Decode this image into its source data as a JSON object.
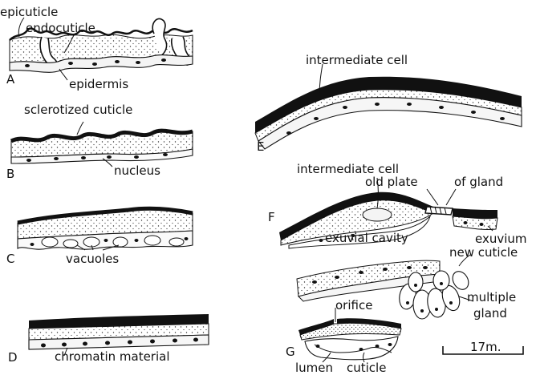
{
  "panel_letters": [
    "A",
    "B",
    "C",
    "D",
    "E",
    "F",
    "G"
  ],
  "labels": {
    "epicuticle": "epicuticle",
    "endocuticle": "endocuticle",
    "epidermis": "epidermis",
    "sclerotized_cuticle": "sclerotized cuticle",
    "nucleus": "nucleus",
    "vacuoles": "vacuoles",
    "chromatin_material": "chromatin material",
    "intermediate_cell_e": "intermediate cell",
    "intermediate_cell_f": "intermediate cell",
    "old_plate": "old plate",
    "of_gland": "of gland",
    "exuvial_cavity": "exuvial cavity",
    "exuvium": "exuvium",
    "new_cuticle": "new cuticle",
    "multiple": "multiple",
    "gland": "gland",
    "orifice": "orifice",
    "lumen": "lumen",
    "cuticle": "cuticle"
  },
  "scale_bar": "17m."
}
